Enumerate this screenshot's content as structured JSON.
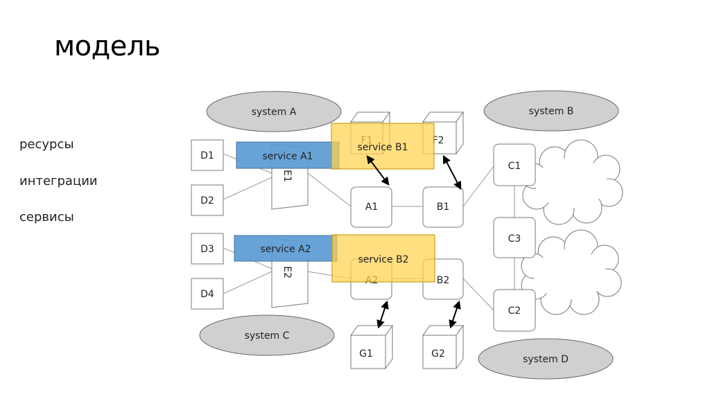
{
  "title": "модель",
  "sidebar": {
    "items": [
      "ресурсы",
      "интеграции",
      "сервисы"
    ]
  },
  "diagram": {
    "systems": [
      "system A",
      "system B",
      "system C",
      "system D"
    ],
    "resources": [
      "D1",
      "D2",
      "D3",
      "D4",
      "A1",
      "B1",
      "A2",
      "B2",
      "C1",
      "C3",
      "C2"
    ],
    "cubes": [
      "F1",
      "F2",
      "G1",
      "G2"
    ],
    "integrations": [
      "E1",
      "E2"
    ],
    "services": [
      "service A1",
      "service B1",
      "service A2",
      "service B2"
    ],
    "colors": {
      "serviceBlue": "#5b9bd5",
      "serviceYellow": "#ffd24d",
      "shape": "#777777",
      "ellipse": "#d0d0d0"
    }
  }
}
